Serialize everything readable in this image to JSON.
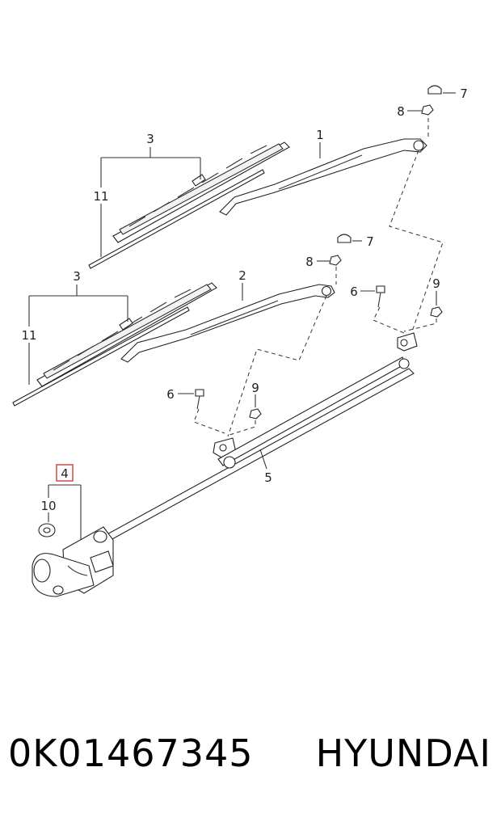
{
  "diagram": {
    "callouts": {
      "c1": "1",
      "c2": "2",
      "c3_upper": "3",
      "c3_lower": "3",
      "c4": "4",
      "c5": "5",
      "c6_upper": "6",
      "c6_lower": "6",
      "c7_upper": "7",
      "c7_lower": "7",
      "c8_upper": "8",
      "c8_lower": "8",
      "c9_upper": "9",
      "c9_lower": "9",
      "c10": "10",
      "c11_upper": "11",
      "c11_lower": "11"
    },
    "highlight_color": "#d9534f"
  },
  "caption": {
    "part_number": "0K01467345",
    "brand": "HYUNDAI"
  }
}
